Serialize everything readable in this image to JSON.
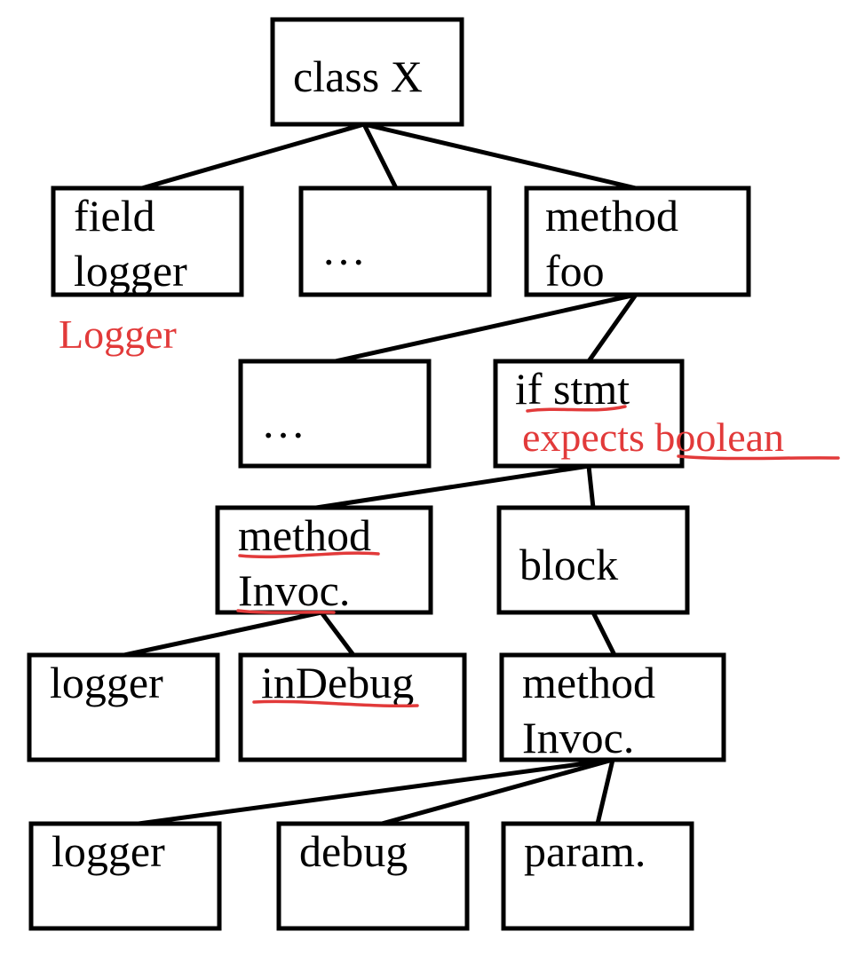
{
  "colors": {
    "line": "#000000",
    "annotation": "#e23a3a"
  },
  "nodes": {
    "class_x": {
      "lines": [
        "class X"
      ]
    },
    "field_logger": {
      "lines": [
        "field",
        "logger"
      ]
    },
    "ellipsis_1": {
      "lines": [
        "…"
      ]
    },
    "method_foo": {
      "lines": [
        "method",
        "foo"
      ]
    },
    "ellipsis_2": {
      "lines": [
        "…"
      ]
    },
    "if_stmt": {
      "lines": [
        "if stmt"
      ]
    },
    "method_invoc_1": {
      "lines": [
        "method",
        "Invoc."
      ]
    },
    "block": {
      "lines": [
        "block"
      ]
    },
    "logger_1": {
      "lines": [
        "logger"
      ]
    },
    "in_debug": {
      "lines": [
        "inDebug"
      ]
    },
    "method_invoc_2": {
      "lines": [
        "method",
        "Invoc."
      ]
    },
    "logger_2": {
      "lines": [
        "logger"
      ]
    },
    "debug": {
      "lines": [
        "debug"
      ]
    },
    "param": {
      "lines": [
        "param."
      ]
    }
  },
  "edges": [
    [
      "class_x",
      "field_logger"
    ],
    [
      "class_x",
      "ellipsis_1"
    ],
    [
      "class_x",
      "method_foo"
    ],
    [
      "method_foo",
      "ellipsis_2"
    ],
    [
      "method_foo",
      "if_stmt"
    ],
    [
      "if_stmt",
      "method_invoc_1"
    ],
    [
      "if_stmt",
      "block"
    ],
    [
      "method_invoc_1",
      "logger_1"
    ],
    [
      "method_invoc_1",
      "in_debug"
    ],
    [
      "block",
      "method_invoc_2"
    ],
    [
      "method_invoc_2",
      "logger_2"
    ],
    [
      "method_invoc_2",
      "debug"
    ],
    [
      "method_invoc_2",
      "param"
    ]
  ],
  "annotations": {
    "logger_type": "Logger",
    "expects_boolean": "expects boolean"
  }
}
